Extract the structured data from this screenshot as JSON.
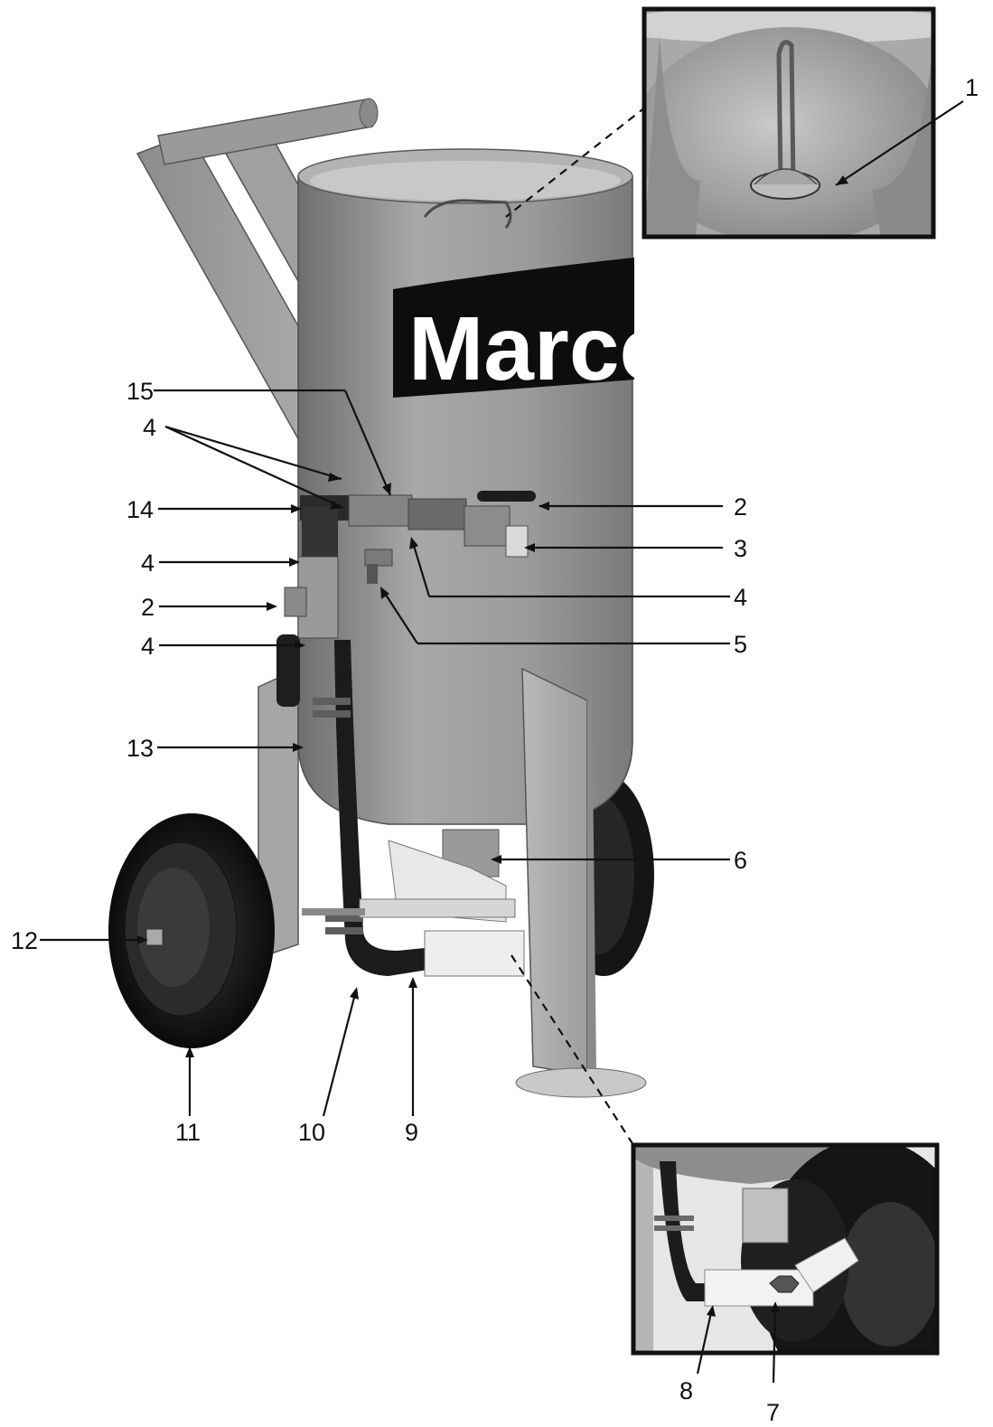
{
  "logo": {
    "text": "Marco"
  },
  "callouts": [
    {
      "id": "c1",
      "label": "1"
    },
    {
      "id": "c2a",
      "label": "2"
    },
    {
      "id": "c3",
      "label": "3"
    },
    {
      "id": "c4a",
      "label": "4"
    },
    {
      "id": "c5",
      "label": "5"
    },
    {
      "id": "c6",
      "label": "6"
    },
    {
      "id": "c15",
      "label": "15"
    },
    {
      "id": "c4b",
      "label": "4"
    },
    {
      "id": "c14",
      "label": "14"
    },
    {
      "id": "c4c",
      "label": "4"
    },
    {
      "id": "c2b",
      "label": "2"
    },
    {
      "id": "c4d",
      "label": "4"
    },
    {
      "id": "c13",
      "label": "13"
    },
    {
      "id": "c12",
      "label": "12"
    },
    {
      "id": "c11",
      "label": "11"
    },
    {
      "id": "c10",
      "label": "10"
    },
    {
      "id": "c9",
      "label": "9"
    },
    {
      "id": "c8",
      "label": "8"
    },
    {
      "id": "c7",
      "label": "7"
    }
  ]
}
